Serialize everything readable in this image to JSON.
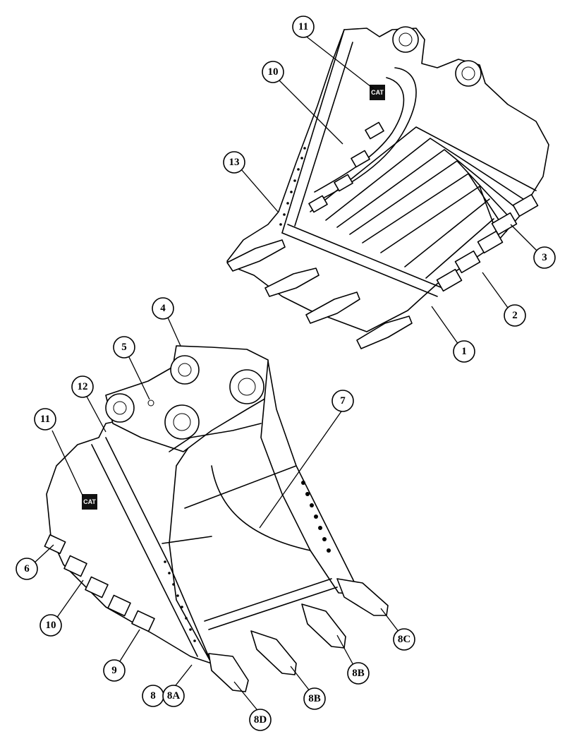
{
  "logo_text": "CAT",
  "callouts": {
    "top": [
      {
        "id": "c-top-1",
        "label": "1"
      },
      {
        "id": "c-top-2",
        "label": "2"
      },
      {
        "id": "c-top-3",
        "label": "3"
      },
      {
        "id": "c-top-10",
        "label": "10"
      },
      {
        "id": "c-top-11",
        "label": "11"
      },
      {
        "id": "c-top-13",
        "label": "13"
      }
    ],
    "bottom": [
      {
        "id": "c-bot-4",
        "label": "4"
      },
      {
        "id": "c-bot-5",
        "label": "5"
      },
      {
        "id": "c-bot-6",
        "label": "6"
      },
      {
        "id": "c-bot-7",
        "label": "7"
      },
      {
        "id": "c-bot-8",
        "label": "8"
      },
      {
        "id": "c-bot-8A",
        "label": "8A"
      },
      {
        "id": "c-bot-8B-1",
        "label": "8B"
      },
      {
        "id": "c-bot-8B-2",
        "label": "8B"
      },
      {
        "id": "c-bot-8C",
        "label": "8C"
      },
      {
        "id": "c-bot-8D",
        "label": "8D"
      },
      {
        "id": "c-bot-9",
        "label": "9"
      },
      {
        "id": "c-bot-10",
        "label": "10"
      },
      {
        "id": "c-bot-11",
        "label": "11"
      },
      {
        "id": "c-bot-12",
        "label": "12"
      }
    ]
  }
}
